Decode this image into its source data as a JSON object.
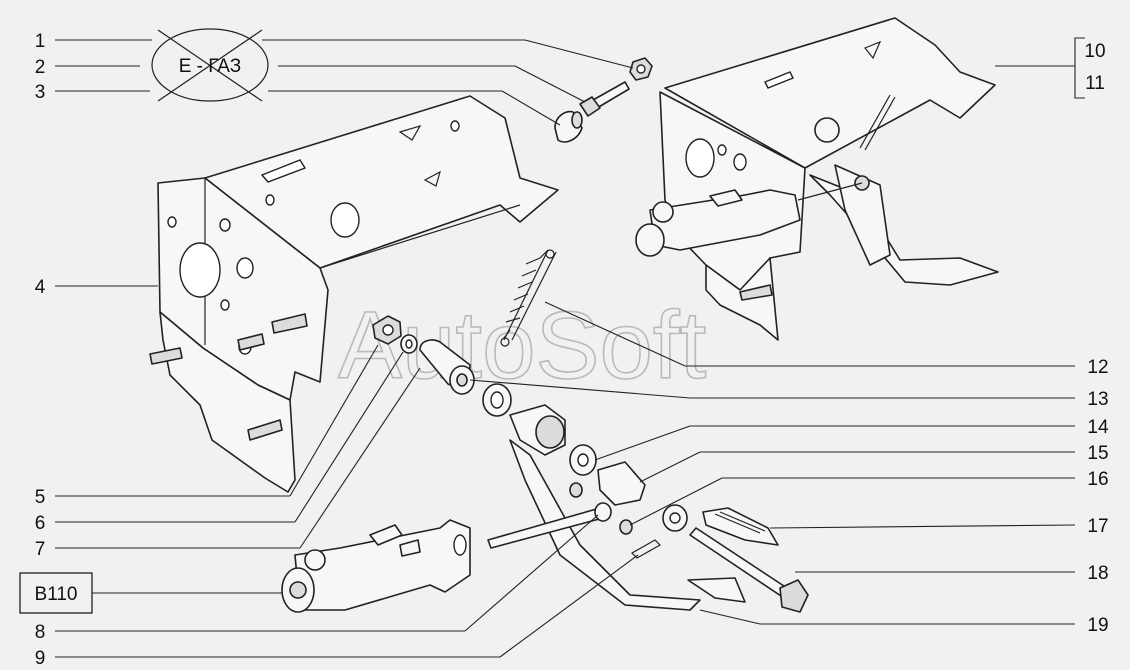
{
  "watermark": "AutoSoft",
  "variant_note": "Е - ГАЗ",
  "variant_box": "В110",
  "callouts": [
    "1",
    "2",
    "3",
    "4",
    "5",
    "6",
    "7",
    "8",
    "9",
    "10",
    "11",
    "12",
    "13",
    "14",
    "15",
    "16",
    "17",
    "18",
    "19"
  ]
}
